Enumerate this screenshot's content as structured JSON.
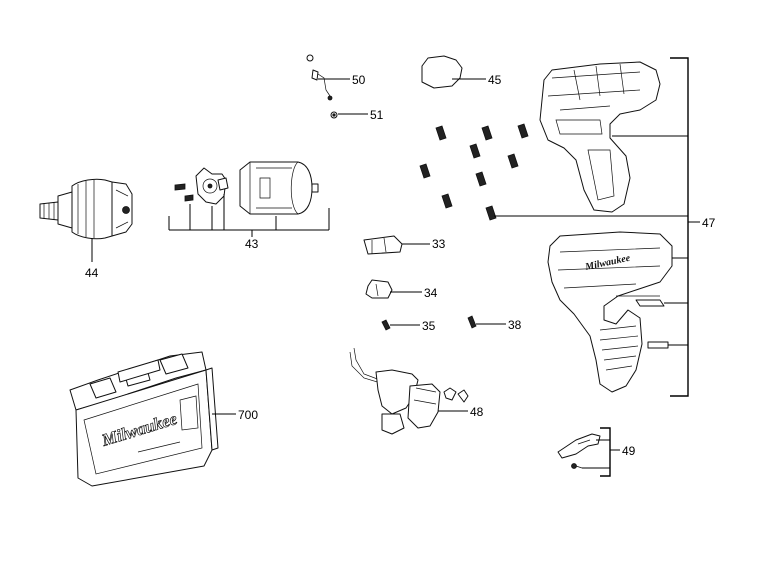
{
  "labels": {
    "p43": "43",
    "p44": "44",
    "p45": "45",
    "p47": "47",
    "p48": "48",
    "p49": "49",
    "p50": "50",
    "p51": "51",
    "p33": "33",
    "p34": "34",
    "p35": "35",
    "p38": "38",
    "p700": "700"
  },
  "branding": {
    "case_logo": "Milwaukee",
    "housing_logo": "Milwaukee"
  }
}
